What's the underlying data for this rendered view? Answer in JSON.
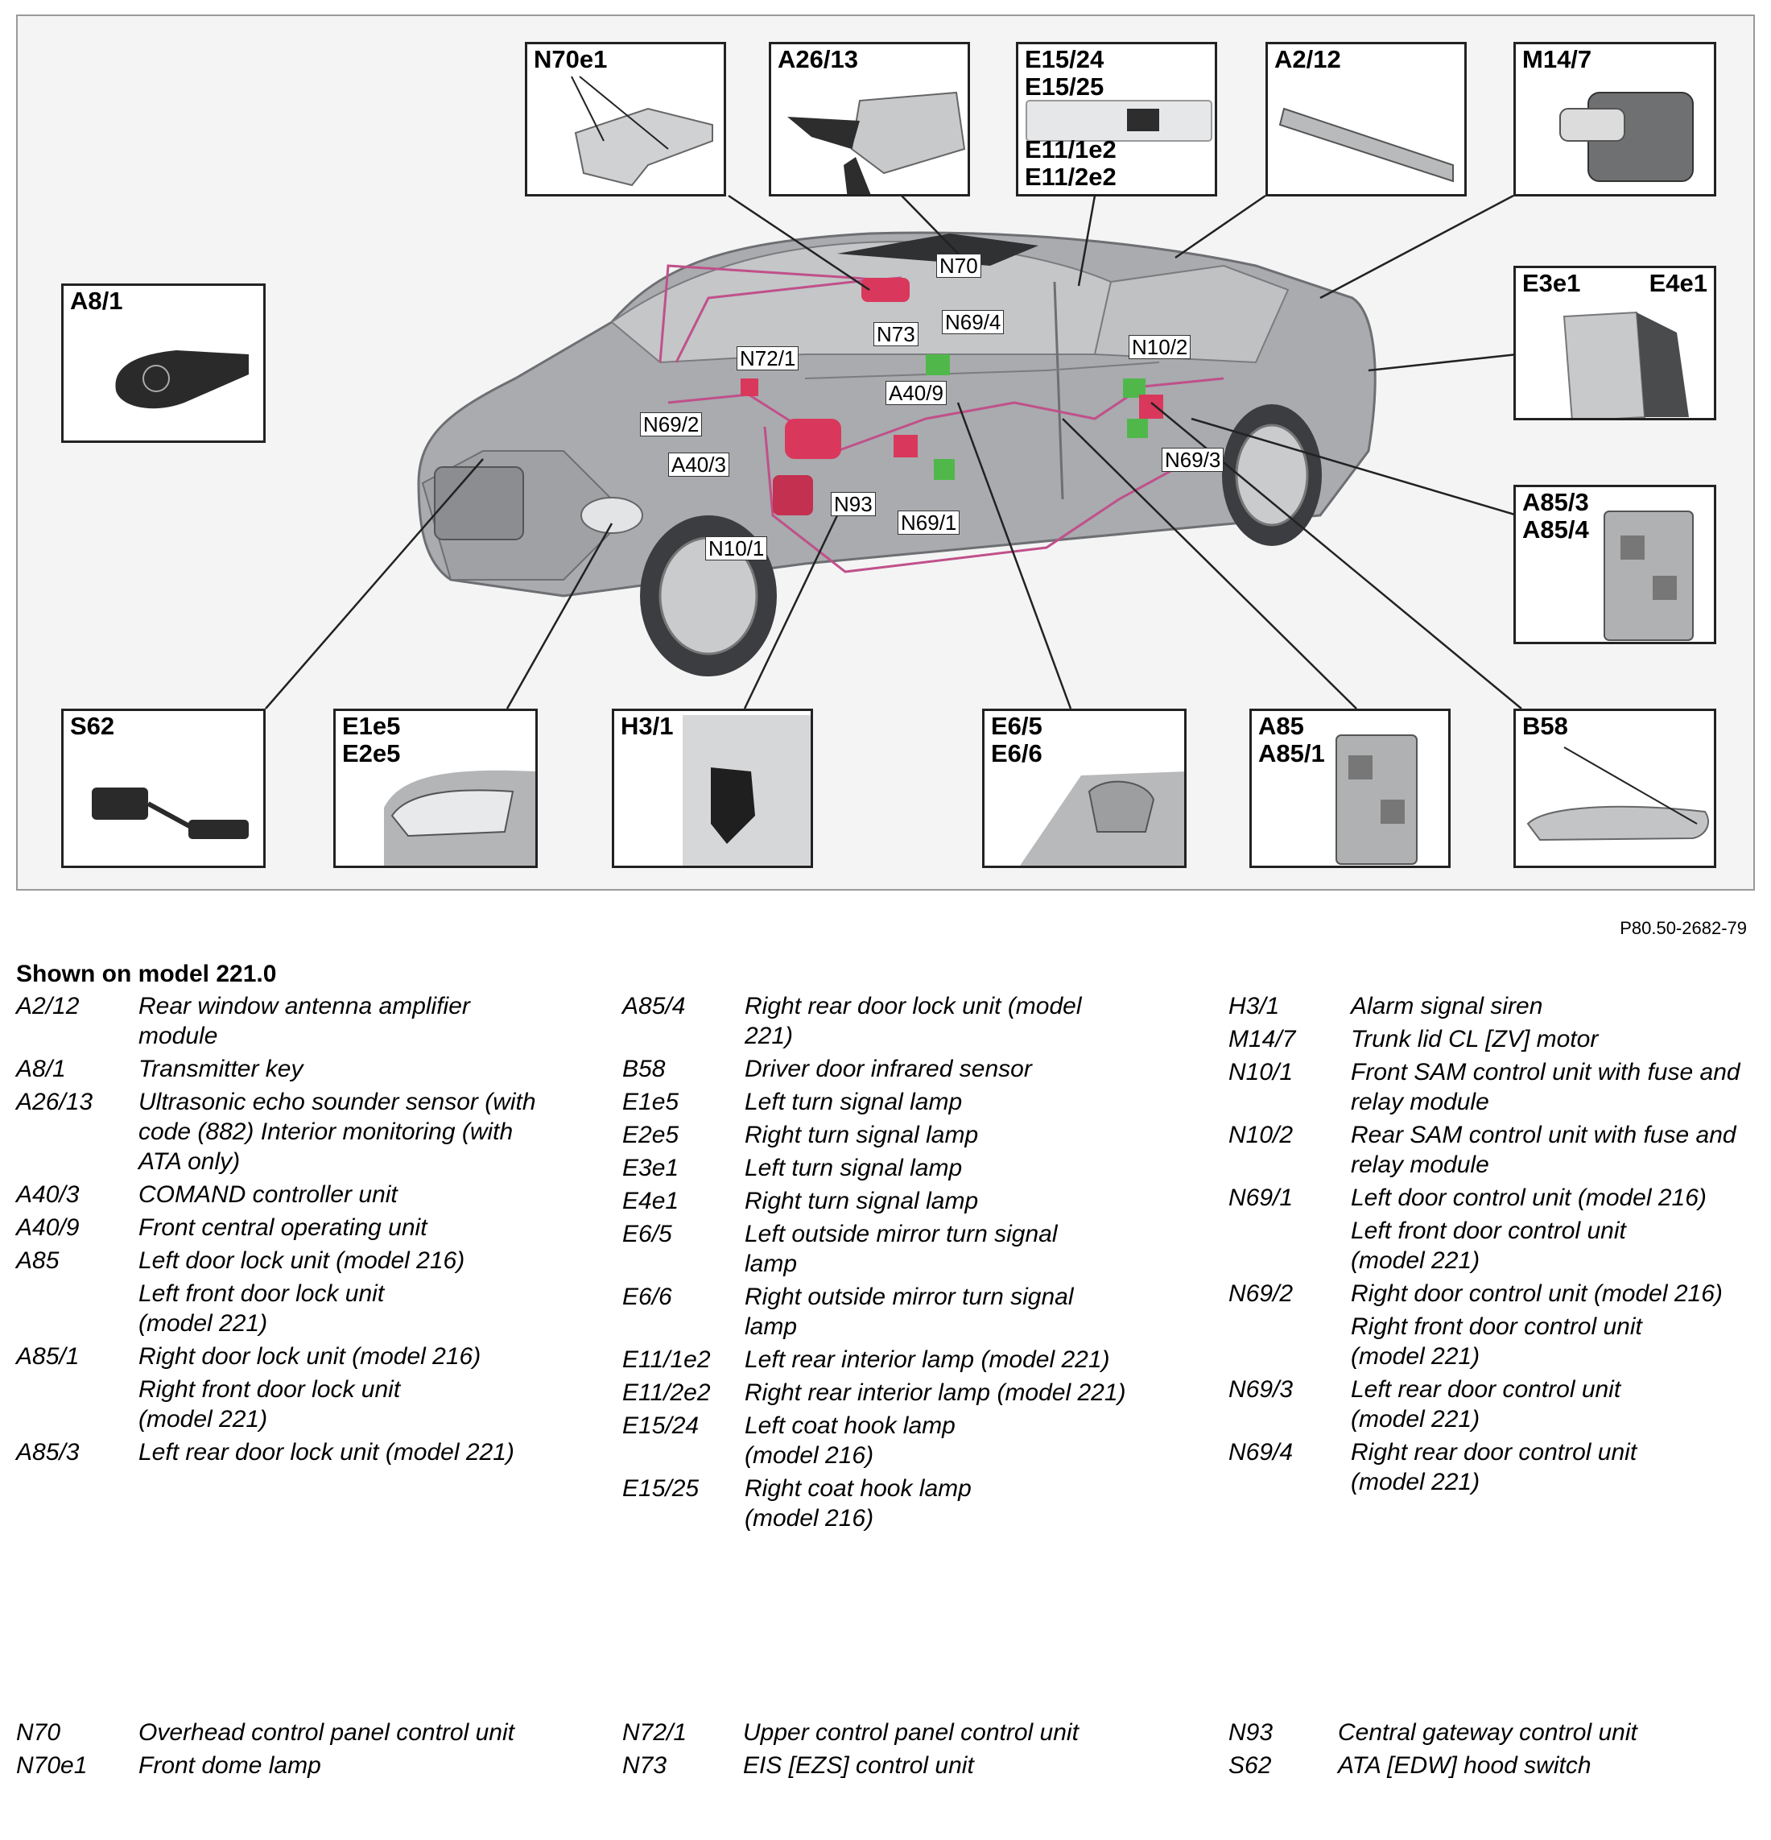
{
  "diagram": {
    "boxes": {
      "n70e1": "N70e1",
      "a26_13": "A26/13",
      "e15_top": "E15/24\nE15/25",
      "e11_bottom": "E11/1e2\nE11/2e2",
      "a2_12": "A2/12",
      "m14_7": "M14/7",
      "a8_1": "A8/1",
      "e3e1": "E3e1",
      "e4e1": "E4e1",
      "a85_34": "A85/3\nA85/4",
      "s62": "S62",
      "e1e5": "E1e5\nE2e5",
      "h3_1": "H3/1",
      "e6": "E6/5\nE6/6",
      "a85": "A85\nA85/1",
      "b58": "B58"
    },
    "callouts": {
      "n70": "N70",
      "n73": "N73",
      "n69_4": "N69/4",
      "n72_1": "N72/1",
      "a40_9": "A40/9",
      "n10_2": "N10/2",
      "n69_2": "N69/2",
      "a40_3": "A40/3",
      "n69_3": "N69/3",
      "n93": "N93",
      "n69_1": "N69/1",
      "n10_1": "N10/1"
    },
    "figure_id": "P80.50-2682-79"
  },
  "legend": {
    "title": "Shown on model 221.0",
    "col1": [
      {
        "code": "A2/12",
        "desc": "Rear window antenna amplifier module"
      },
      {
        "code": "A8/1",
        "desc": "Transmitter key"
      },
      {
        "code": "A26/13",
        "desc": "Ultrasonic echo sounder sensor (with code (882) Interior monitoring (with ATA only)"
      },
      {
        "code": "A40/3",
        "desc": "COMAND controller unit"
      },
      {
        "code": "A40/9",
        "desc": "Front central operating unit"
      },
      {
        "code": "A85",
        "desc": "Left door lock unit (model 216)"
      },
      {
        "code": "",
        "desc": "Left front door lock unit (model 221)"
      },
      {
        "code": "A85/1",
        "desc": "Right door lock unit (model 216)"
      },
      {
        "code": "",
        "desc": "Right front door lock unit (model 221)"
      },
      {
        "code": "A85/3",
        "desc": "Left rear door lock unit (model 221)"
      }
    ],
    "col2": [
      {
        "code": "A85/4",
        "desc": "Right rear door lock unit (model 221)"
      },
      {
        "code": "B58",
        "desc": "Driver door infrared sensor"
      },
      {
        "code": "E1e5",
        "desc": "Left turn signal lamp"
      },
      {
        "code": "E2e5",
        "desc": "Right turn signal lamp"
      },
      {
        "code": "E3e1",
        "desc": "Left turn signal lamp"
      },
      {
        "code": "E4e1",
        "desc": "Right turn signal lamp"
      },
      {
        "code": "E6/5",
        "desc": "Left outside mirror turn signal lamp"
      },
      {
        "code": "E6/6",
        "desc": "Right outside mirror turn signal lamp"
      },
      {
        "code": "E11/1e2",
        "desc": "Left rear interior lamp (model 221)"
      },
      {
        "code": "E11/2e2",
        "desc": "Right rear interior lamp (model 221)"
      },
      {
        "code": "E15/24",
        "desc": "Left coat hook lamp (model 216)"
      },
      {
        "code": "E15/25",
        "desc": "Right coat hook lamp (model 216)"
      }
    ],
    "col3": [
      {
        "code": "H3/1",
        "desc": "Alarm signal siren"
      },
      {
        "code": "M14/7",
        "desc": "Trunk lid CL [ZV] motor"
      },
      {
        "code": "N10/1",
        "desc": "Front SAM control unit with fuse and relay module"
      },
      {
        "code": "N10/2",
        "desc": "Rear SAM control unit with fuse and relay module"
      },
      {
        "code": "N69/1",
        "desc": "Left door control unit (model 216)"
      },
      {
        "code": "",
        "desc": "Left front door control unit (model 221)"
      },
      {
        "code": "N69/2",
        "desc": "Right door control unit (model 216)"
      },
      {
        "code": "",
        "desc": "Right front door control unit (model 221)"
      },
      {
        "code": "N69/3",
        "desc": "Left rear door control unit (model 221)"
      },
      {
        "code": "N69/4",
        "desc": "Right rear door control unit (model 221)"
      }
    ],
    "bottom_col1": [
      {
        "code": "N70",
        "desc": "Overhead control panel control unit"
      },
      {
        "code": "N70e1",
        "desc": "Front dome lamp"
      }
    ],
    "bottom_col2": [
      {
        "code": "N72/1",
        "desc": "Upper control panel control unit"
      },
      {
        "code": "N73",
        "desc": "EIS [EZS] control unit"
      }
    ],
    "bottom_col3": [
      {
        "code": "N93",
        "desc": "Central gateway control unit"
      },
      {
        "code": "S62",
        "desc": "ATA [EDW] hood switch"
      }
    ]
  }
}
